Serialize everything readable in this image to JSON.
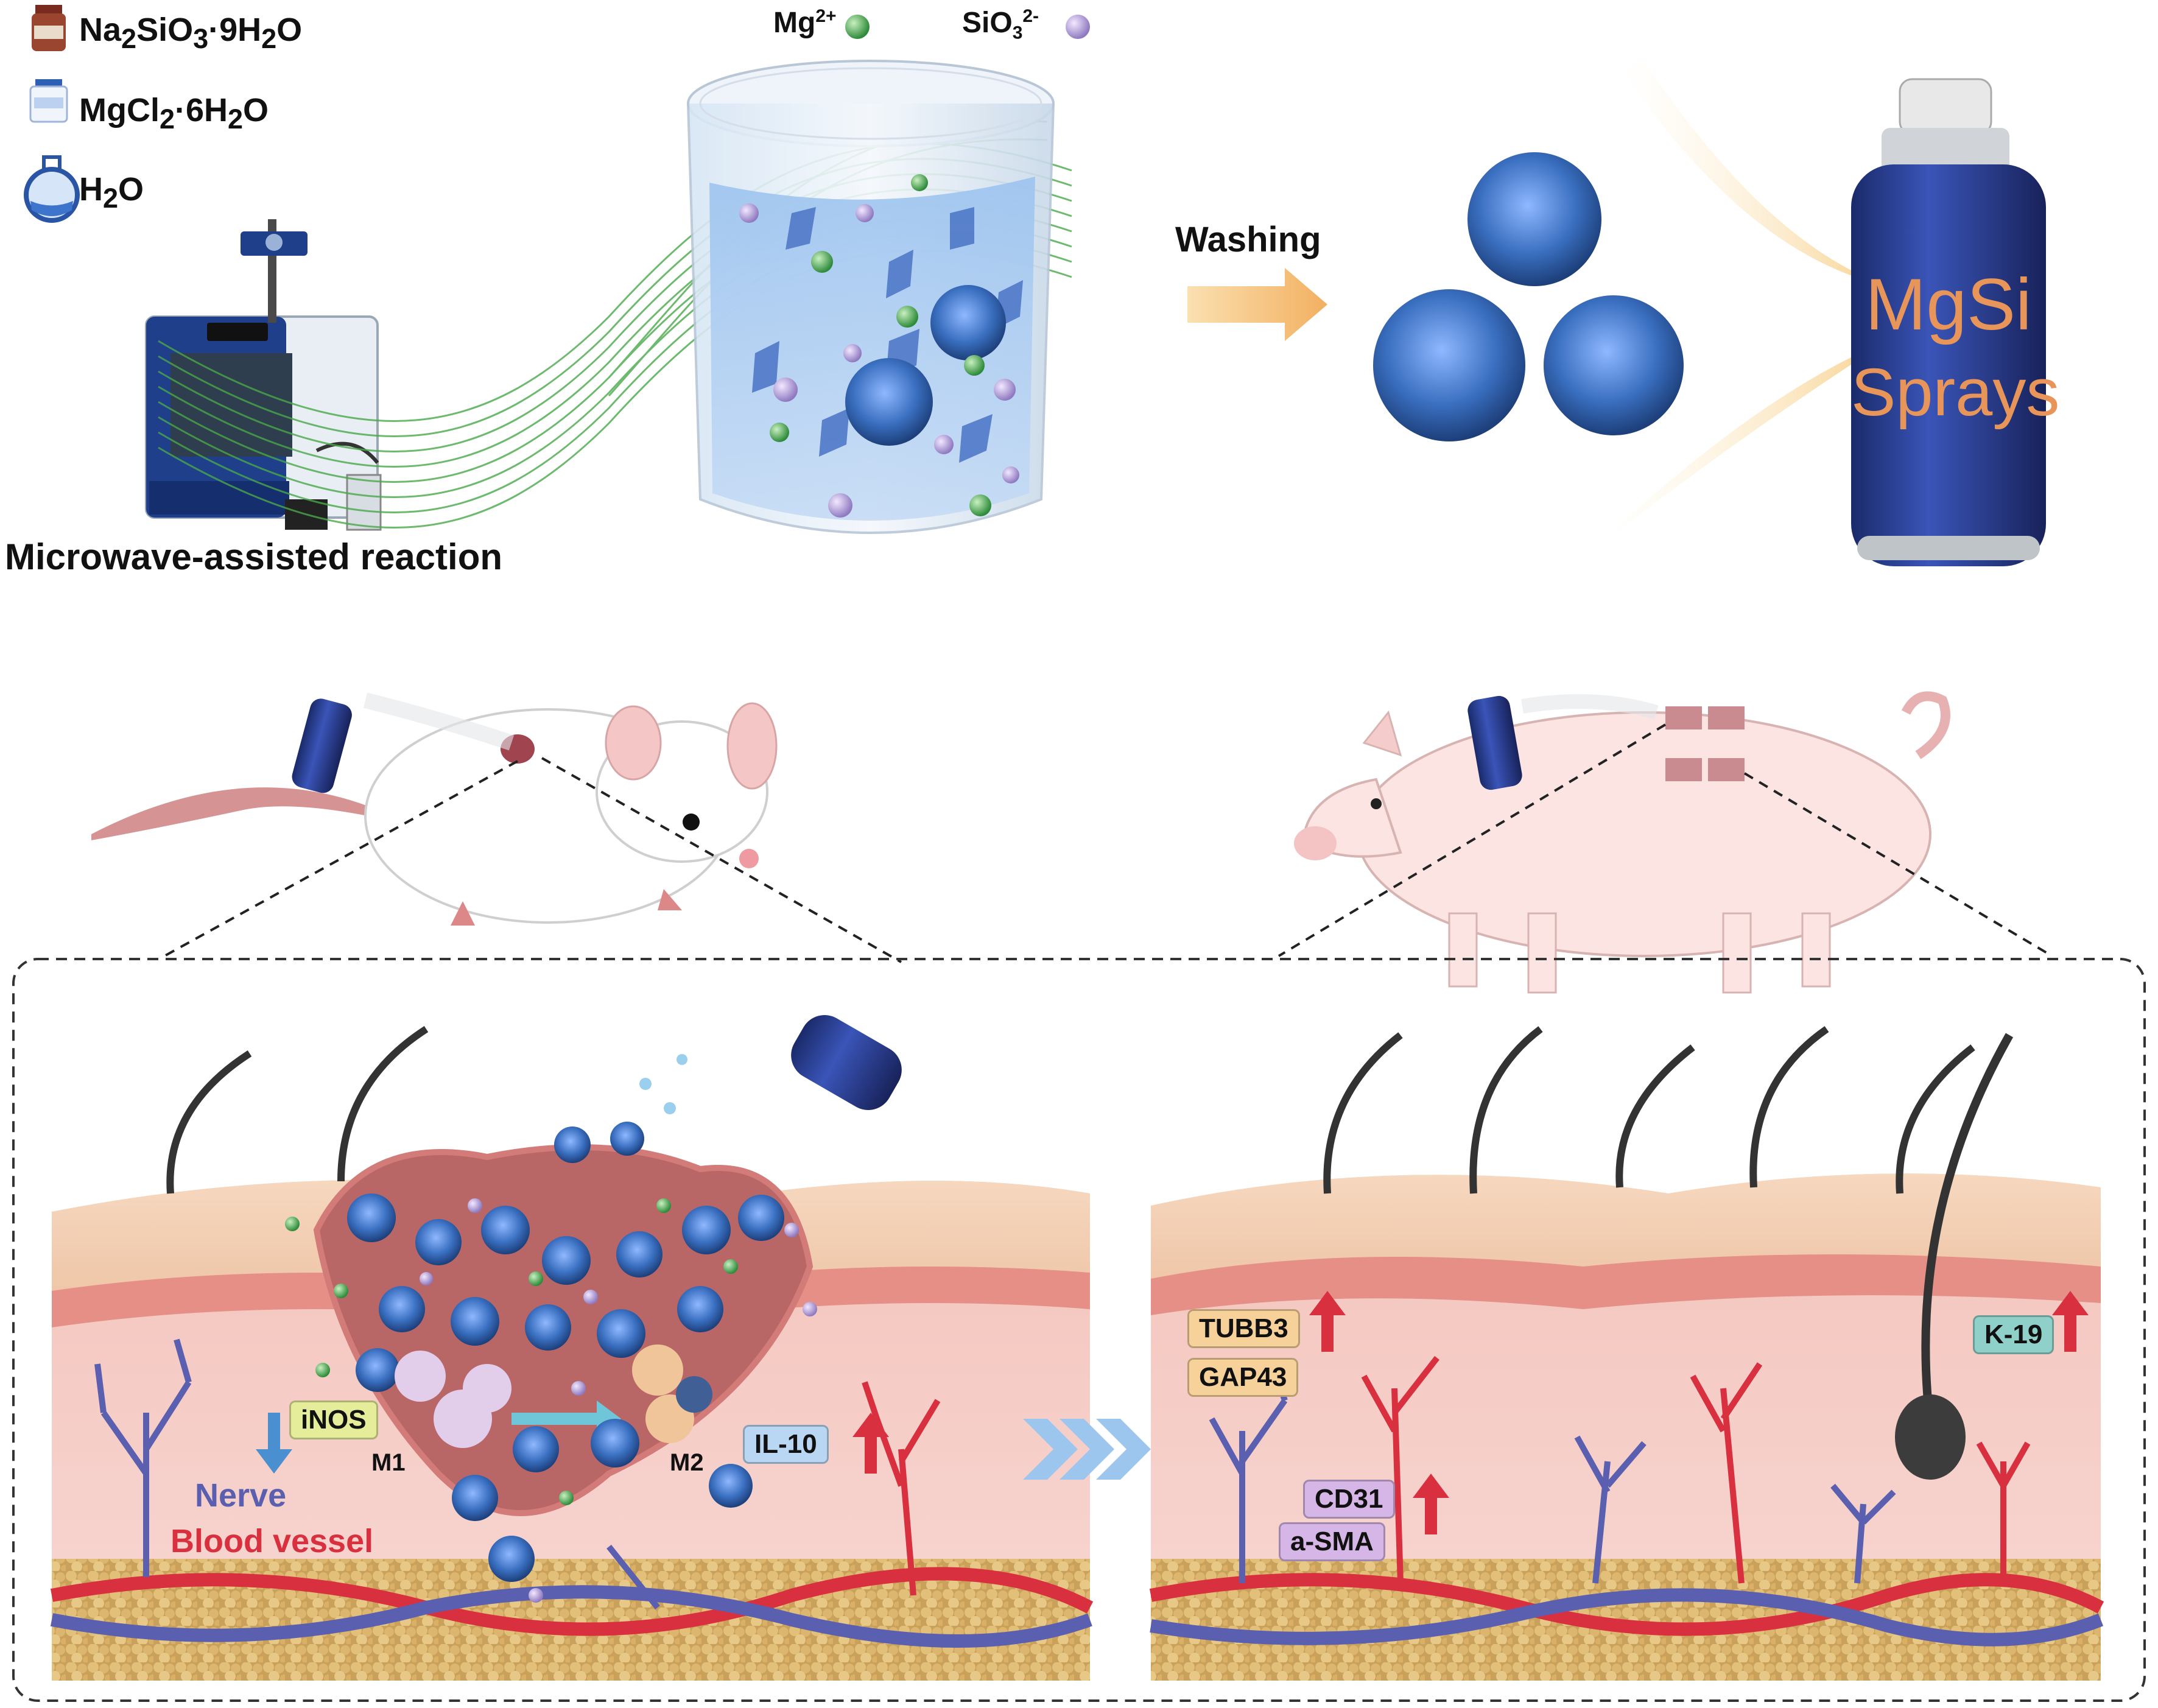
{
  "reagents": {
    "sodium_silicate": {
      "base": "Na",
      "sub1": "2",
      "mid": "SiO",
      "sub2": "3",
      "tail": "·9H",
      "sub3": "2",
      "end": "O"
    },
    "magnesium_chloride": {
      "base": "MgCl",
      "sub1": "2",
      "tail": "·6H",
      "sub2": "2",
      "end": "O"
    },
    "water": {
      "base": "H",
      "sub1": "2",
      "end": "O"
    }
  },
  "ions": {
    "mg": {
      "base": "Mg",
      "sup": "2+",
      "color": "#4caf50"
    },
    "sio": {
      "base": "SiO",
      "sub": "3",
      "sup": "2-",
      "color": "#b39ddb"
    }
  },
  "step_labels": {
    "reaction": "Microwave-assisted reaction",
    "washing": "Washing"
  },
  "spray_can": {
    "line1": "MgSi",
    "line2": "Sprays"
  },
  "left_panel": {
    "inos": "iNOS",
    "m1": "M1",
    "m2": "M2",
    "il10": "IL-10",
    "nerve": "Nerve",
    "vessel": "Blood vessel"
  },
  "right_panel": {
    "tubb3": "TUBB3",
    "gap43": "GAP43",
    "cd31": "CD31",
    "asma": "a-SMA",
    "k19": "K-19"
  },
  "colors": {
    "nerve": "#5b5fb0",
    "vessel": "#d93040",
    "particle": "#3a6fc0",
    "up_arrow": "#d93040",
    "down_arrow": "#4a90d0"
  }
}
